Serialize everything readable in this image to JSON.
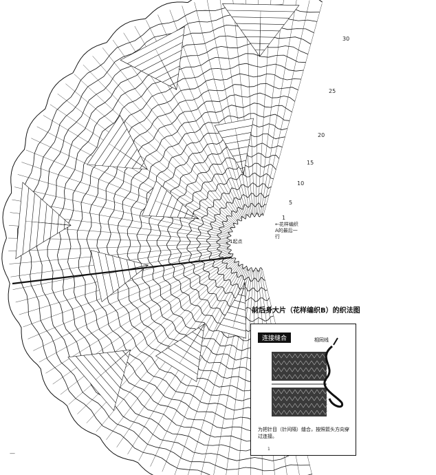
{
  "diagram": {
    "title": "前后身大片（花样编织B）的织法图",
    "row_label_end": "←花样编织A的最后一行",
    "row_label_start": "1起点",
    "row_numbers": [
      {
        "label": "30"
      },
      {
        "label": "25"
      },
      {
        "label": "20"
      },
      {
        "label": "15"
      },
      {
        "label": "10"
      },
      {
        "label": "5"
      },
      {
        "label": "1"
      }
    ],
    "corner_mark": "—"
  },
  "inset": {
    "title": "连接缝合",
    "thread_label": "相同线",
    "caption": "为把针目（针间隔）缝合，按照箭头方向穿过连接。",
    "page_number": "1"
  }
}
